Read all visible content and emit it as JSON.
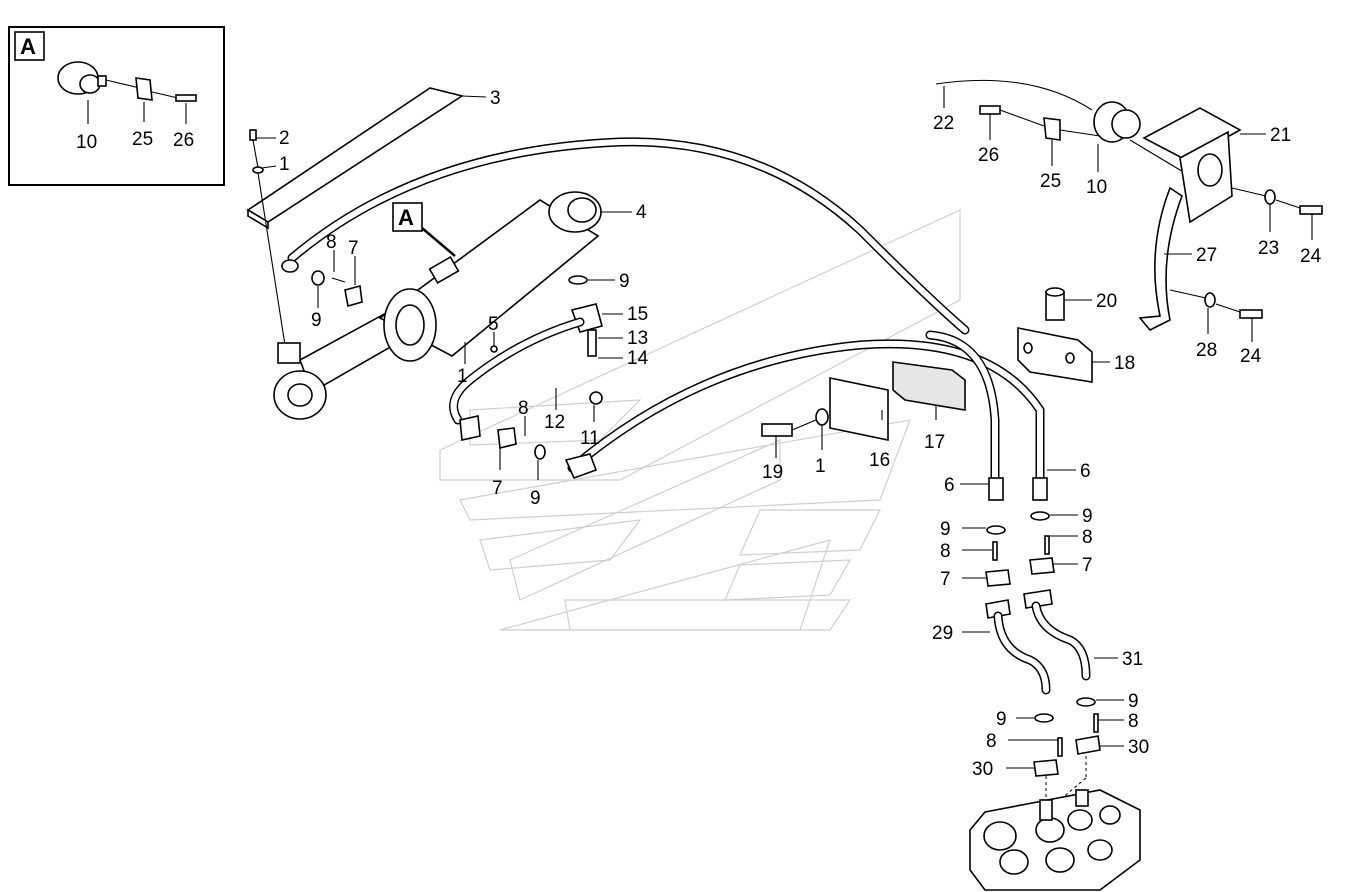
{
  "inset": {
    "letter": "A"
  },
  "detail_marker": {
    "letter": "A"
  },
  "callouts": [
    {
      "id": "c-10-inset",
      "label": "10"
    },
    {
      "id": "c-25-inset",
      "label": "25"
    },
    {
      "id": "c-26-inset",
      "label": "26"
    },
    {
      "id": "c-3",
      "label": "3"
    },
    {
      "id": "c-2",
      "label": "2"
    },
    {
      "id": "c-1-top",
      "label": "1"
    },
    {
      "id": "c-4",
      "label": "4"
    },
    {
      "id": "c-8-left",
      "label": "8"
    },
    {
      "id": "c-7-left",
      "label": "7"
    },
    {
      "id": "c-9-left",
      "label": "9"
    },
    {
      "id": "c-9-mid",
      "label": "9"
    },
    {
      "id": "c-15",
      "label": "15"
    },
    {
      "id": "c-13",
      "label": "13"
    },
    {
      "id": "c-14",
      "label": "14"
    },
    {
      "id": "c-5",
      "label": "5"
    },
    {
      "id": "c-1-mid",
      "label": "1"
    },
    {
      "id": "c-8-mid",
      "label": "8"
    },
    {
      "id": "c-12",
      "label": "12"
    },
    {
      "id": "c-11",
      "label": "11"
    },
    {
      "id": "c-7-bot",
      "label": "7"
    },
    {
      "id": "c-9-bot",
      "label": "9"
    },
    {
      "id": "c-19",
      "label": "19"
    },
    {
      "id": "c-1-bot",
      "label": "1"
    },
    {
      "id": "c-16",
      "label": "16"
    },
    {
      "id": "c-17",
      "label": "17"
    },
    {
      "id": "c-22",
      "label": "22"
    },
    {
      "id": "c-26-right",
      "label": "26"
    },
    {
      "id": "c-25-right",
      "label": "25"
    },
    {
      "id": "c-10-right",
      "label": "10"
    },
    {
      "id": "c-21",
      "label": "21"
    },
    {
      "id": "c-23",
      "label": "23"
    },
    {
      "id": "c-24-top",
      "label": "24"
    },
    {
      "id": "c-27",
      "label": "27"
    },
    {
      "id": "c-20",
      "label": "20"
    },
    {
      "id": "c-18",
      "label": "18"
    },
    {
      "id": "c-28",
      "label": "28"
    },
    {
      "id": "c-24-bot",
      "label": "24"
    },
    {
      "id": "c-6-left",
      "label": "6"
    },
    {
      "id": "c-6-right",
      "label": "6"
    },
    {
      "id": "c-9-r1",
      "label": "9"
    },
    {
      "id": "c-9-r2",
      "label": "9"
    },
    {
      "id": "c-8-r1",
      "label": "8"
    },
    {
      "id": "c-8-r2",
      "label": "8"
    },
    {
      "id": "c-7-r1",
      "label": "7"
    },
    {
      "id": "c-7-r2",
      "label": "7"
    },
    {
      "id": "c-29",
      "label": "29"
    },
    {
      "id": "c-31",
      "label": "31"
    },
    {
      "id": "c-9-r3",
      "label": "9"
    },
    {
      "id": "c-9-r4",
      "label": "9"
    },
    {
      "id": "c-8-r3",
      "label": "8"
    },
    {
      "id": "c-8-r4",
      "label": "8"
    },
    {
      "id": "c-30-left",
      "label": "30"
    },
    {
      "id": "c-30-right",
      "label": "30"
    }
  ]
}
